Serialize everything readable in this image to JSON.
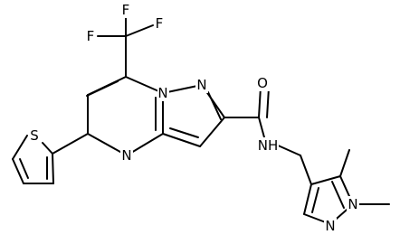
{
  "diagram": {
    "kind": "chemical-structure",
    "atom_labels": {
      "f_top": "F",
      "f_left": "F",
      "f_right": "F",
      "sulfur": "S",
      "n_bridgehead": "N",
      "n_pyrazole_fused": "N",
      "n_pyrimidine": "N",
      "oxygen": "O",
      "amide_nh": "NH",
      "n_methyl_pyrazole": "N",
      "n_pyrazole_bottom": "N"
    }
  }
}
